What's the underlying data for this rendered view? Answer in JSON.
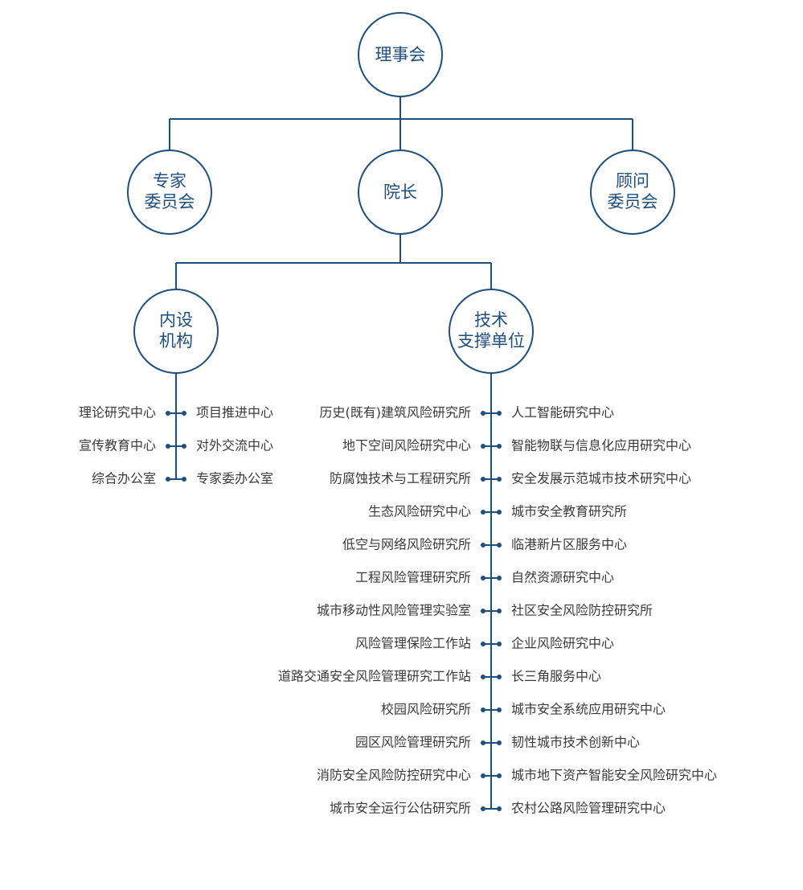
{
  "colors": {
    "primary": "#1f4f7d",
    "text": "#3a3a3a",
    "background": "#ffffff"
  },
  "nodes": {
    "board": "理事会",
    "expert_committee": [
      "专家",
      "委员会"
    ],
    "president": "院长",
    "advisory_committee": [
      "顾问",
      "委员会"
    ],
    "internal_institutions": [
      "内设",
      "机构"
    ],
    "technical_support_units": [
      "技术",
      "支撑单位"
    ]
  },
  "internal_units": {
    "left": [
      "理论研究中心",
      "宣传教育中心",
      "综合办公室"
    ],
    "right": [
      "项目推进中心",
      "对外交流中心",
      "专家委办公室"
    ]
  },
  "support_units": {
    "left": [
      "历史(既有)建筑风险研究所",
      "地下空间风险研究中心",
      "防腐蚀技术与工程研究所",
      "生态风险研究中心",
      "低空与网络风险研究所",
      "工程风险管理研究所",
      "城市移动性风险管理实验室",
      "风险管理保险工作站",
      "道路交通安全风险管理研究工作站",
      "校园风险研究所",
      "园区风险管理研究所",
      "消防安全风险防控研究中心",
      "城市安全运行公估研究所"
    ],
    "right": [
      "人工智能研究中心",
      "智能物联与信息化应用研究中心",
      "安全发展示范城市技术研究中心",
      "城市安全教育研究所",
      "临港新片区服务中心",
      "自然资源研究中心",
      "社区安全风险防控研究所",
      "企业风险研究中心",
      "长三角服务中心",
      "城市安全系统应用研究中心",
      "韧性城市技术创新中心",
      "城市地下资产智能安全风险研究中心",
      "农村公路风险管理研究中心"
    ]
  }
}
